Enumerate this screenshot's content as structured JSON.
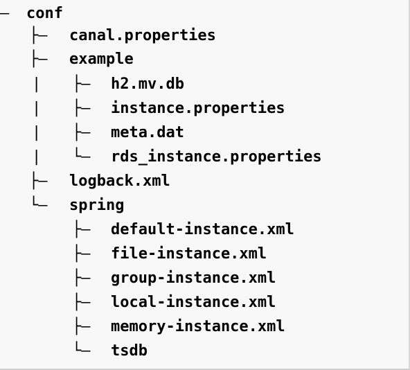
{
  "tree": {
    "root": {
      "connector": "—",
      "label": "conf"
    },
    "items": [
      {
        "connector": "├—",
        "label": "canal.properties"
      },
      {
        "connector": "├—",
        "label": "example"
      },
      {
        "prefix": "|",
        "connector": "├—",
        "label": "h2.mv.db"
      },
      {
        "prefix": "|",
        "connector": "├—",
        "label": "instance.properties"
      },
      {
        "prefix": "|",
        "connector": "├—",
        "label": "meta.dat"
      },
      {
        "prefix": "|",
        "connector": "└—",
        "label": "rds_instance.properties"
      },
      {
        "connector": "├—",
        "label": "logback.xml"
      },
      {
        "connector": "└—",
        "label": "spring"
      },
      {
        "connector": "├—",
        "label": "default-instance.xml"
      },
      {
        "connector": "├—",
        "label": "file-instance.xml"
      },
      {
        "connector": "├—",
        "label": "group-instance.xml"
      },
      {
        "connector": "├—",
        "label": "local-instance.xml"
      },
      {
        "connector": "├—",
        "label": "memory-instance.xml"
      },
      {
        "connector": "└—",
        "label": "tsdb"
      }
    ]
  }
}
